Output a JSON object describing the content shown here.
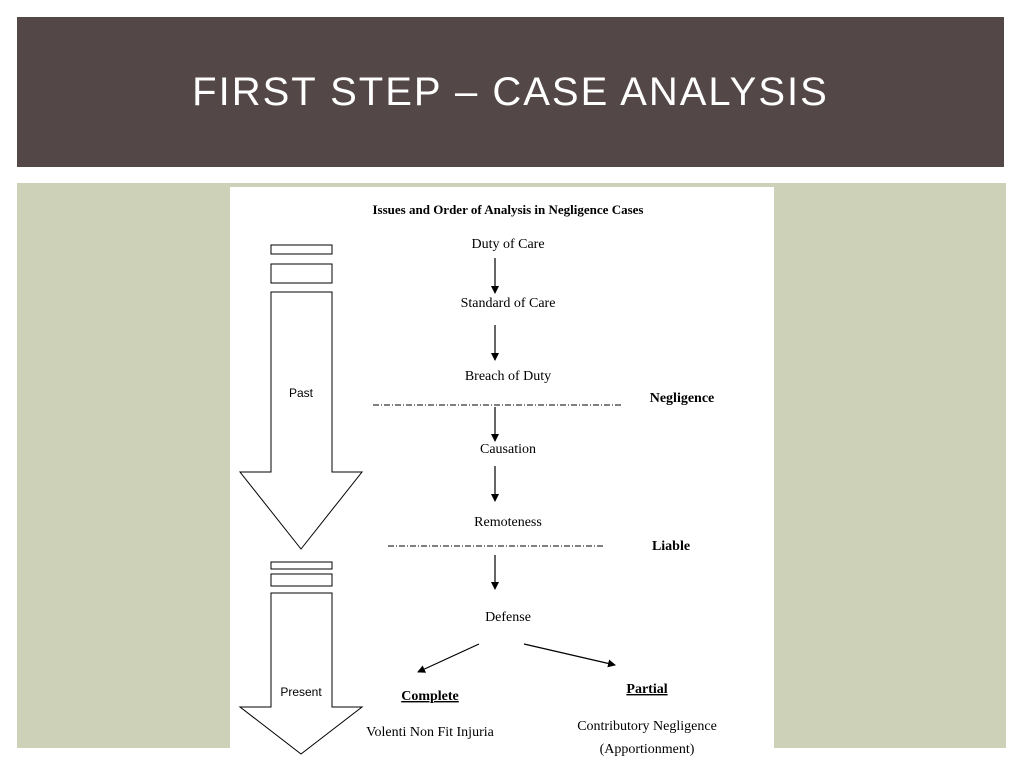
{
  "slide": {
    "title": "FIRST STEP – CASE ANALYSIS",
    "colors": {
      "title_bg": "#534847",
      "title_text": "#ffffff",
      "panel_bg": "#ccd1b8",
      "card_bg": "#ffffff"
    }
  },
  "diagram": {
    "heading": "Issues and Order of Analysis in Negligence Cases",
    "steps": {
      "duty_of_care": "Duty of Care",
      "standard_of_care": "Standard of Care",
      "breach_of_duty": "Breach of Duty",
      "causation": "Causation",
      "remoteness": "Remoteness",
      "defense": "Defense"
    },
    "thresholds": {
      "negligence": "Negligence",
      "liable": "Liable"
    },
    "timeline": {
      "past": "Past",
      "present": "Present"
    },
    "outcomes": {
      "complete": "Complete",
      "complete_desc": "Volenti Non Fit Injuria",
      "partial": "Partial",
      "partial_desc_1": "Contributory Negligence",
      "partial_desc_2": "(Apportionment)"
    }
  }
}
